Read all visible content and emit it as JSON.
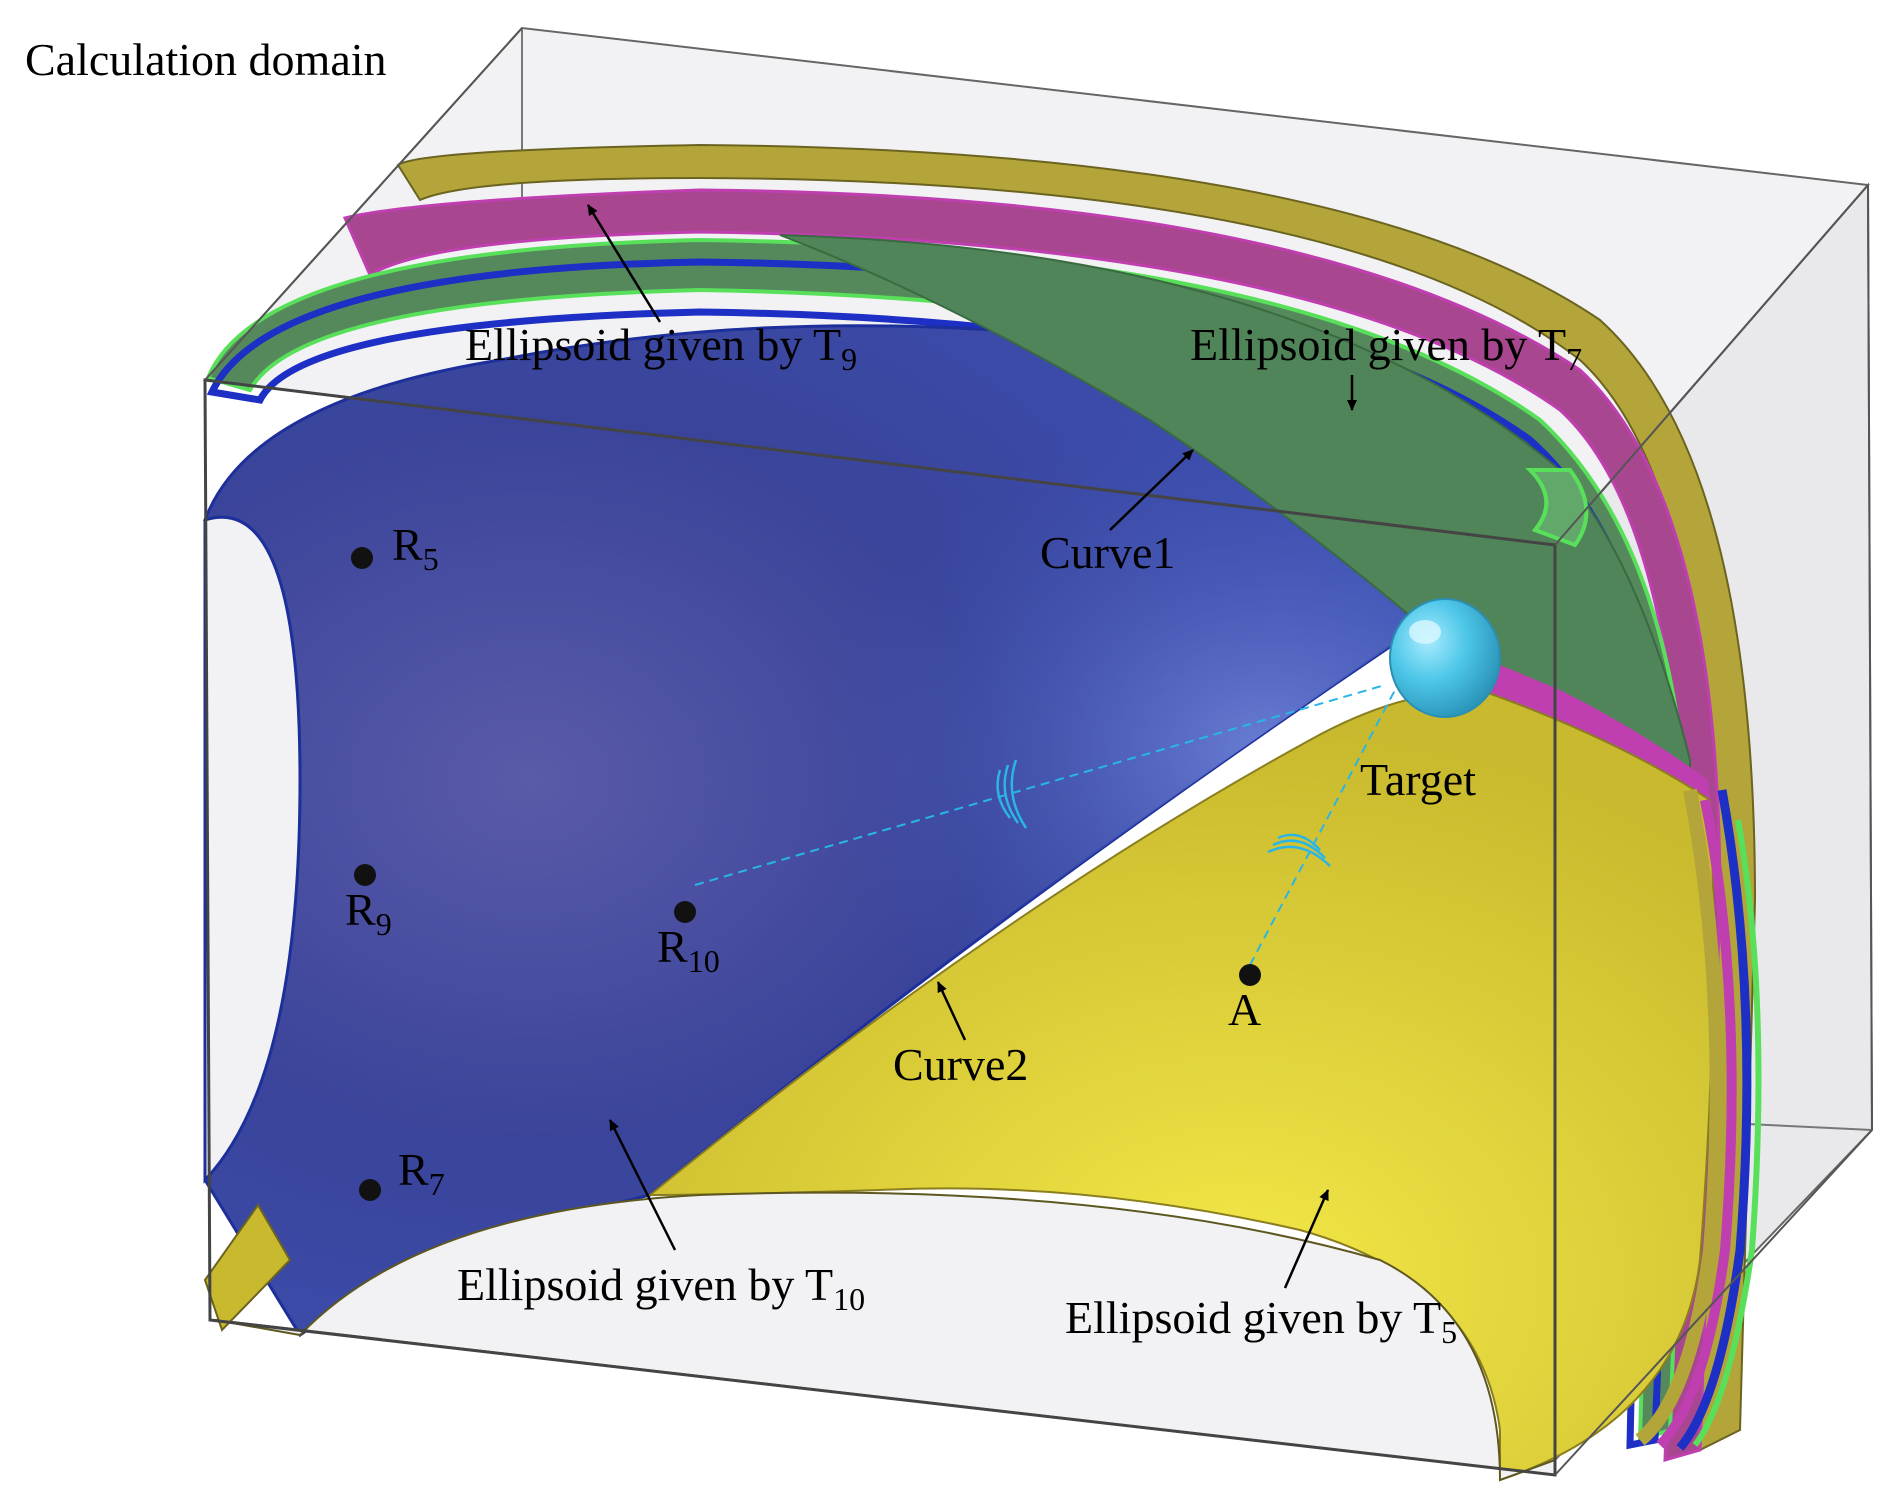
{
  "title": "Calculation domain",
  "ellipsoids": [
    {
      "key": "t9",
      "prefix": "Ellipsoid given by T",
      "subscript": "9",
      "color": "#8b4a7a"
    },
    {
      "key": "t7",
      "prefix": "Ellipsoid given by T",
      "subscript": "7",
      "color": "#4f8a5a"
    },
    {
      "key": "t10",
      "prefix": "Ellipsoid given by T",
      "subscript": "10",
      "color": "#3a4fb0"
    },
    {
      "key": "t5",
      "prefix": "Ellipsoid given by T",
      "subscript": "5",
      "color": "#e8d93a"
    }
  ],
  "curves": [
    "Curve1",
    "Curve2"
  ],
  "target_label": "Target",
  "points": {
    "r5": {
      "base": "R",
      "sub": "5"
    },
    "r9": {
      "base": "R",
      "sub": "9"
    },
    "r10": {
      "base": "R",
      "sub": "10"
    },
    "r7": {
      "base": "R",
      "sub": "7"
    },
    "a": {
      "base": "A",
      "sub": ""
    }
  },
  "colors": {
    "blue_surface": "#3a4fb0",
    "yellow_surface": "#e8d93a",
    "green_surface": "#4f8a5a",
    "magenta_surface": "#c03fb0",
    "olive_surface": "#b3a53a",
    "target_sphere": "#4cc6e8",
    "signal_line": "#29b6e6",
    "box_edge": "#555555",
    "box_face": "#e9e9ec"
  },
  "icons": [
    "target-sphere-icon",
    "signal-wave-icon",
    "receiver-dot-icon",
    "arrow-icon"
  ]
}
